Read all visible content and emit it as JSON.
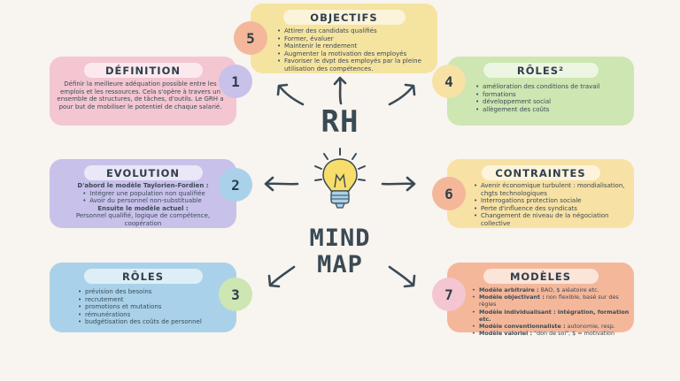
{
  "title": {
    "line1": "RH",
    "line2": "MIND",
    "line3": "MAP"
  },
  "cards": {
    "objectifs": {
      "number": "5",
      "title": "OBJECTIFS",
      "items": [
        "Attirer des candidats qualifiés",
        "Former, évaluer",
        "Maintenir le rendement",
        "Augmenter la motivation des employés",
        "Favoriser le dvpt des employés par la pleine utilisation des compétences."
      ]
    },
    "definition": {
      "number": "1",
      "title": "DÉFINITION",
      "text": "Définir la meilleure adéquation possible entre les emplois et les ressources. Cela s'opère à travers un ensemble de structures, de tâches, d'outils. Le GRH a pour but de mobiliser le potentiel de chaque salarié."
    },
    "roles2": {
      "number": "4",
      "title": "RÔLES²",
      "items": [
        "amélioration des conditions de travail",
        "formations",
        "développement social",
        "allègement des coûts"
      ]
    },
    "evolution": {
      "number": "2",
      "title": "EVOLUTION",
      "heading1": "D'abord le modèle Taylorien-Fordien :",
      "items": [
        "Intégrer une population non qualifiée",
        "Avoir du personnel non-substituable"
      ],
      "heading2": "Ensuite le modèle actuel :",
      "text": "Personnel qualifié, logique de compétence, coopération"
    },
    "contraintes": {
      "number": "6",
      "title": "CONTRAINTES",
      "items": [
        "Avenir économique turbulent : mondialisation, chgts technologiques",
        "Interrogations protection sociale",
        "Perte d'influence des syndicats",
        "Changement de niveau de la négociation collective"
      ]
    },
    "roles": {
      "number": "3",
      "title": "RÔLES",
      "items": [
        "prévision des besoins",
        "recrutement",
        "promotions et mutations",
        "rémunérations",
        "budgétisation des coûts de personnel"
      ]
    },
    "modeles": {
      "number": "7",
      "title": "MODÈLES",
      "items": [
        {
          "label": "Modèle arbitraire :",
          "rest": " BAO, $ aléatoire etc."
        },
        {
          "label": "Modèle objectivant :",
          "rest": " non flexible, basé sur des règles"
        },
        {
          "label": "Modèle individualisant : intégration, formation etc.",
          "rest": ""
        },
        {
          "label": "Modèle conventionnaliste :",
          "rest": " autonomie, resp."
        },
        {
          "label": "Modèle valoriel :",
          "rest": " \"don de soi\", $ = motivation"
        }
      ]
    }
  },
  "colors": {
    "objectifs": "#f5e3a0",
    "definition": "#f3c6d1",
    "roles2": "#cde6b2",
    "evolution": "#c8c1ea",
    "contraintes": "#f7e1a4",
    "roles": "#a9d2ea",
    "modeles": "#f4b79a",
    "num1": "#c8c1ea",
    "num2": "#a9d2ea",
    "num3": "#cde6b2",
    "num4": "#f7e1a4",
    "num5": "#f4b79a",
    "num6": "#f4b79a",
    "num7": "#f3c6d1"
  },
  "icons": {
    "center": "lightbulb-icon"
  }
}
